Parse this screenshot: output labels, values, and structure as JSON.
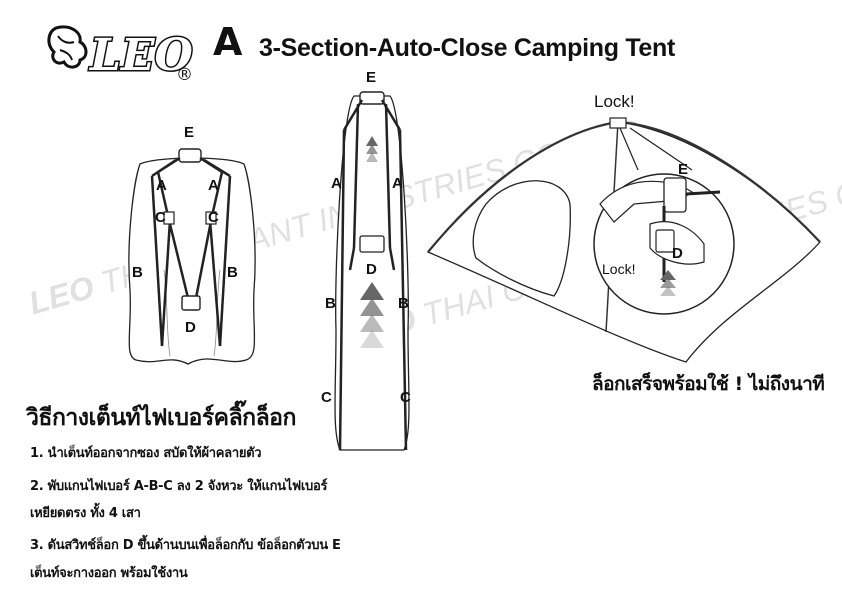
{
  "header": {
    "brand": "LEO",
    "registered": "®",
    "model_letter": "A",
    "title": "3-Section-Auto-Close Camping Tent"
  },
  "figure_labels": {
    "e": "E",
    "a": "A",
    "b": "B",
    "c": "C",
    "d": "D"
  },
  "lock_top": "Lock!",
  "lock_inset": "Lock!",
  "caption": "ล็อกเสร็จพร้อมใช้ !  ไม่ถึงนาที",
  "instructions": {
    "heading": "วิธีกางเต็นท์ไฟเบอร์คลิ๊กล็อก",
    "steps": [
      "1. นำเต็นท์ออกจากซอง สบัดให้ผ้าคลายตัว",
      "2. พับแกนไฟเบอร์ A-B-C ลง 2 จังหวะ ให้แกนไฟเบอร์",
      "    เหยียดตรง   ทั้ง 4 เสา",
      "3. ดันสวิทช์ล็อก D ขึ้นด้านบนเพื่อล็อกกับ ข้อล็อกตัวบน E",
      "    เต็นท์จะกางออก พร้อมใช้งาน"
    ]
  },
  "watermark": {
    "company": "THAI OCCANT INDUSTRIES CO., LTD."
  }
}
